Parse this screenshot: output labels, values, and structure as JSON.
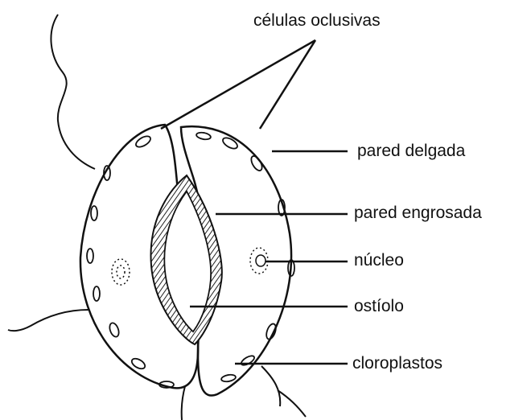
{
  "diagram": {
    "labels": {
      "guard_cells": "células oclusivas",
      "thin_wall": "pared delgada",
      "thick_wall": "pared engrosada",
      "nucleus": "núcleo",
      "ostiole": "ostíolo",
      "chloroplasts": "cloroplastos"
    },
    "colors": {
      "ink": "#111111",
      "background": "#ffffff"
    }
  }
}
